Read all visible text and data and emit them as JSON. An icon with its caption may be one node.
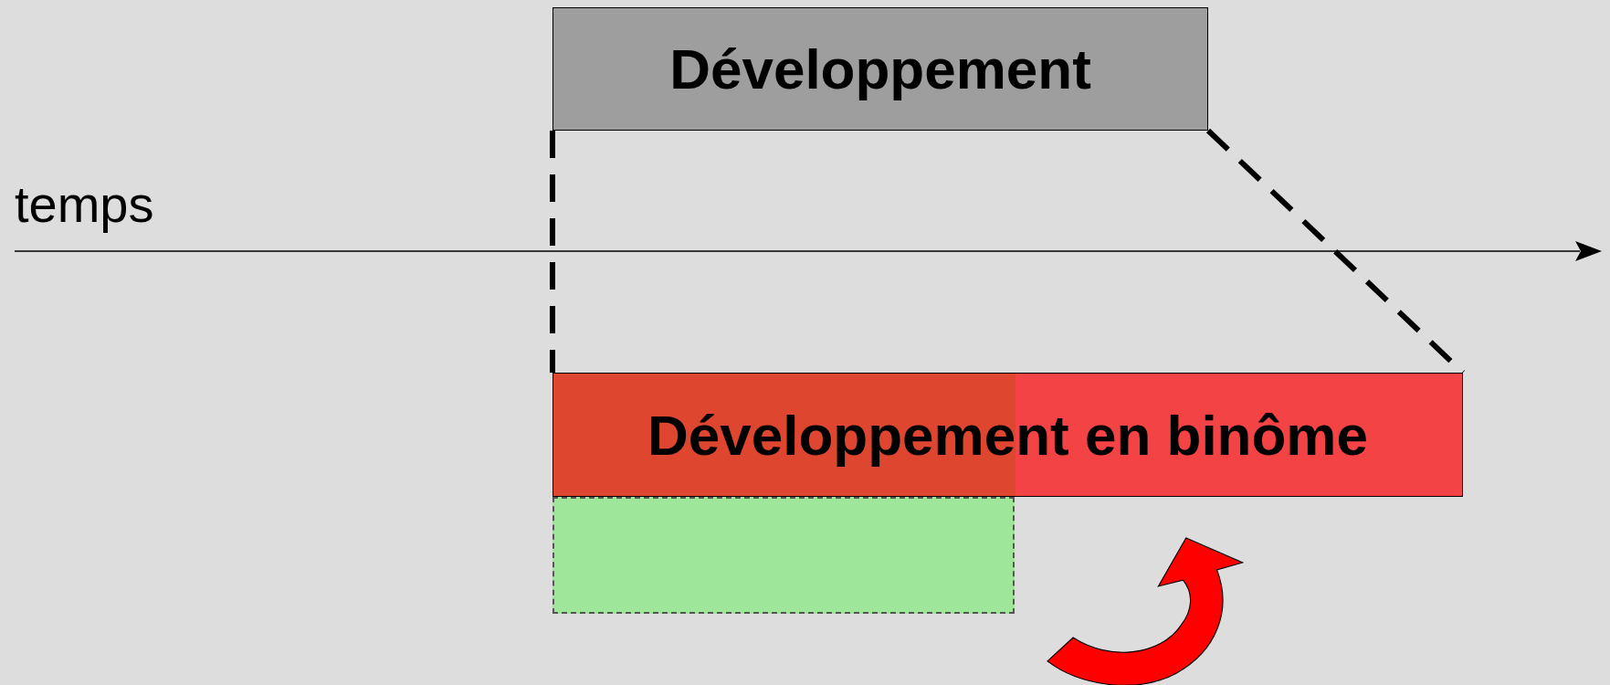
{
  "diagram": {
    "nodes": [
      {
        "text": [
          "Développement"
        ]
      },
      {
        "text": [
          "Développement en binôme"
        ]
      },
      {
        "text": [],
        "shape": "box"
      }
    ],
    "edges": [
      {
        "from": 0,
        "to": 1,
        "arrow": "none",
        "style": "dashed"
      },
      {
        "from": 0,
        "to": 1,
        "arrow": "none",
        "style": "dashed"
      },
      {
        "from": 2,
        "to": 1,
        "arrow": "to",
        "style": "thick",
        "color": "#ff0000"
      }
    ],
    "labels": [
      "temps"
    ]
  }
}
